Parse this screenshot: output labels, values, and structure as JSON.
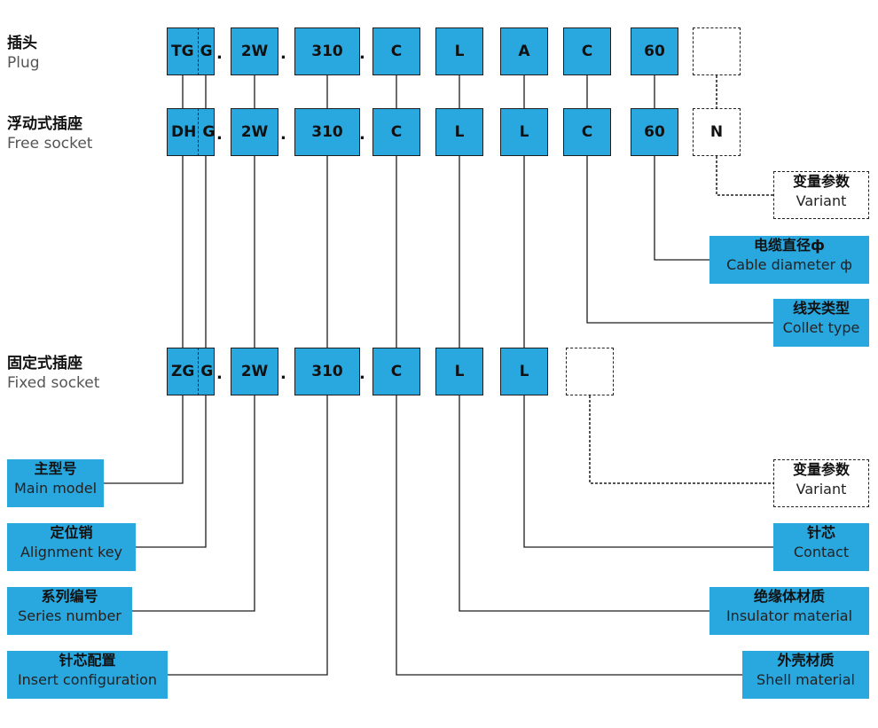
{
  "rows": [
    {
      "zh": "插头",
      "en": "Plug",
      "prefix": "TG",
      "codes": [
        "G",
        "2W",
        "310",
        "C",
        "L",
        "A",
        "C",
        "60",
        ""
      ]
    },
    {
      "zh": "浮动式插座",
      "en": "Free socket",
      "prefix": "DH",
      "codes": [
        "G",
        "2W",
        "310",
        "C",
        "L",
        "L",
        "C",
        "60",
        "N"
      ]
    },
    {
      "zh": "固定式插座",
      "en": "Fixed socket",
      "prefix": "ZG",
      "codes": [
        "G",
        "2W",
        "310",
        "C",
        "L",
        "L",
        ""
      ]
    }
  ],
  "dot": ".",
  "legends_left": [
    {
      "zh": "主型号",
      "en": "Main model"
    },
    {
      "zh": "定位销",
      "en": "Alignment key"
    },
    {
      "zh": "系列编号",
      "en": "Series number"
    },
    {
      "zh": "针芯配置",
      "en": "Insert configuration"
    }
  ],
  "legends_right": [
    {
      "zh": "变量参数",
      "en": "Variant"
    },
    {
      "zh": "电缆直径ф",
      "en": "Cable diameter ф"
    },
    {
      "zh": "线夹类型",
      "en": "Collet type"
    },
    {
      "zh": "变量参数",
      "en": "Variant"
    },
    {
      "zh": "针芯",
      "en": "Contact"
    },
    {
      "zh": "绝缘体材质",
      "en": "Insulator material"
    },
    {
      "zh": "外壳材质",
      "en": "Shell material"
    }
  ],
  "colors": {
    "box": "#29a8e0",
    "line": "#1d1d1d",
    "label_en": "#555555"
  }
}
